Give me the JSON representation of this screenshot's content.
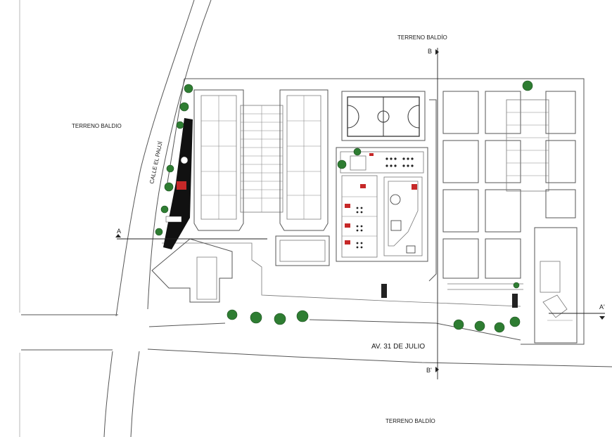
{
  "labels": {
    "terreno_top": "TERRENO BALDÍO",
    "terreno_left": "TERRENO BALDIO",
    "terreno_bottom": "TERRENO BALDÍO",
    "calle": "CALLE EL PAUJÍ",
    "avenida": "AV. 31 DE JULIO"
  },
  "section_markers": {
    "a_left": "A",
    "a_right": "A'",
    "b_top": "B",
    "b_bottom": "B'"
  },
  "colors": {
    "lines": "#555555",
    "trees": "#2e7d32",
    "accent_red": "#c62828",
    "parking_strip": "#111111"
  }
}
